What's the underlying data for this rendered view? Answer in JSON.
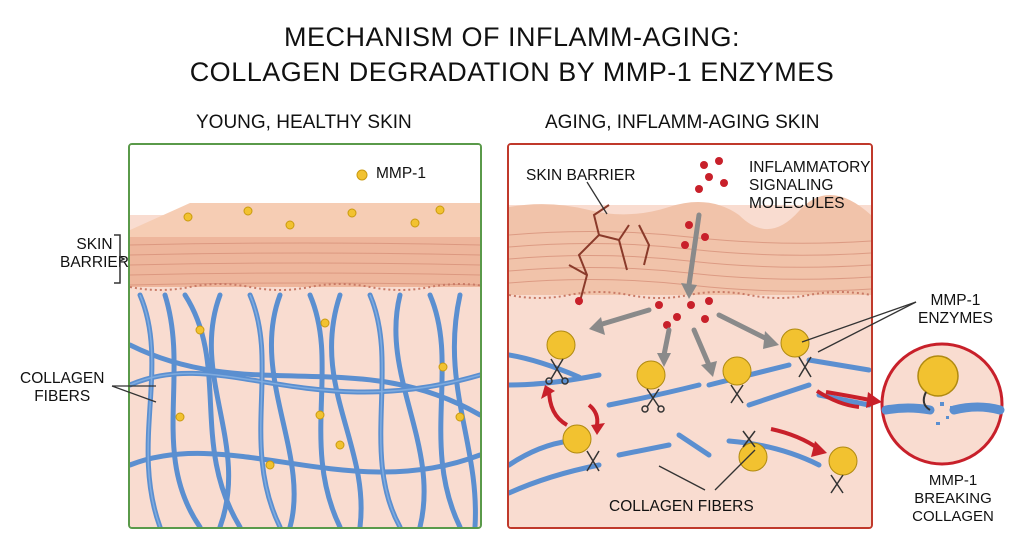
{
  "title": {
    "line1": "MECHANISM OF INFLAMM-AGING:",
    "line2": "COLLAGEN DEGRADATION BY MMP-1 ENZYMES"
  },
  "left_panel": {
    "heading": "YOUNG, HEALTHY SKIN",
    "mmp_label": "MMP-1",
    "skin_barrier_label": "SKIN\nBARRIER",
    "collagen_label": "COLLAGEN\nFIBERS"
  },
  "right_panel": {
    "heading": "AGING, INFLAMM-AGING SKIN",
    "skin_barrier_label": "SKIN BARRIER",
    "inflammatory_label": "INFLAMMATORY\nSIGNALING MOLECULES",
    "enzymes_label": "MMP-1\nENZYMES",
    "collagen_label": "COLLAGEN FIBERS"
  },
  "inset": {
    "label": "MMP-1\nBREAKING\nCOLLAGEN"
  },
  "colors": {
    "healthy_border": "#5a9a4a",
    "aging_border": "#c0392b",
    "collagen": "#5b8fd0",
    "enzyme": "#f2c230",
    "inflammatory": "#c8202a",
    "skin": "#f9dcd0",
    "epidermis": "#f4c7ad"
  }
}
